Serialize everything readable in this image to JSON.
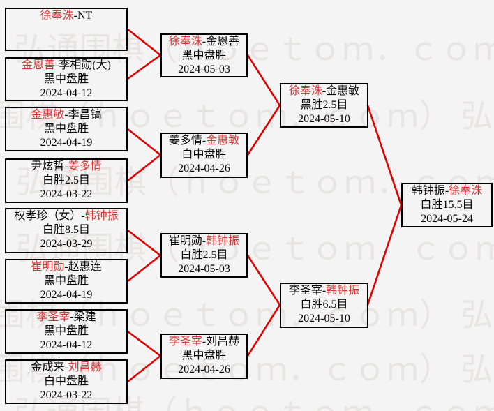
{
  "colors": {
    "background": "#f4f4f4",
    "box_border": "#000000",
    "text": "#000000",
    "winner_red": "#d93232",
    "connector_red": "#e00000",
    "watermark": "#e9e4e4"
  },
  "watermark": {
    "text": "弘通围棋（ｈｏｅｔｏｍ．ｃｏｍ）",
    "row_text": "弘通围棋（ｈｏｅｔｏｍ．ｃｏｍ） 弘通围棋（ｈｏｅｔｏｍ．ｃｏｍ）"
  },
  "bracket": {
    "round1": [
      {
        "parts": [
          {
            "t": "徐奉洙",
            "red": true
          },
          {
            "t": "-NT",
            "red": false
          }
        ],
        "result": "",
        "date": ""
      },
      {
        "parts": [
          {
            "t": "金恩善",
            "red": true
          },
          {
            "t": "-李相勋(大)",
            "red": false
          }
        ],
        "result": "黑中盘胜",
        "date": "2024-04-12"
      },
      {
        "parts": [
          {
            "t": "金惠敏",
            "red": true
          },
          {
            "t": "-李昌镐",
            "red": false
          }
        ],
        "result": "黑中盘胜",
        "date": "2024-04-19"
      },
      {
        "parts": [
          {
            "t": "尹炫晢-",
            "red": false
          },
          {
            "t": "姜多情",
            "red": true
          }
        ],
        "result": "白胜2.5目",
        "date": "2024-03-22"
      },
      {
        "parts": [
          {
            "t": "权孝珍（女）-",
            "red": false
          },
          {
            "t": "韩钟振",
            "red": true
          }
        ],
        "result": "白胜8.5目",
        "date": "2024-03-29"
      },
      {
        "parts": [
          {
            "t": "崔明勋",
            "red": true
          },
          {
            "t": "-赵惠连",
            "red": false
          }
        ],
        "result": "黑中盘胜",
        "date": "2024-04-19"
      },
      {
        "parts": [
          {
            "t": "李圣宰",
            "red": true
          },
          {
            "t": "-梁建",
            "red": false
          }
        ],
        "result": "黑中盘胜",
        "date": "2024-04-12"
      },
      {
        "parts": [
          {
            "t": "金成来-",
            "red": false
          },
          {
            "t": "刘昌赫",
            "red": true
          }
        ],
        "result": "白中盘胜",
        "date": "2024-03-22"
      }
    ],
    "round2": [
      {
        "parts": [
          {
            "t": "徐奉洙",
            "red": true
          },
          {
            "t": "-金恩善",
            "red": false
          }
        ],
        "result": "黑中盘胜",
        "date": "2024-05-03"
      },
      {
        "parts": [
          {
            "t": "姜多情-",
            "red": false
          },
          {
            "t": "金惠敏",
            "red": true
          }
        ],
        "result": "白中盘胜",
        "date": "2024-04-26"
      },
      {
        "parts": [
          {
            "t": "崔明勋-",
            "red": false
          },
          {
            "t": "韩钟振",
            "red": true
          }
        ],
        "result": "白胜2.5目",
        "date": "2024-05-03"
      },
      {
        "parts": [
          {
            "t": "李圣宰",
            "red": true
          },
          {
            "t": "-刘昌赫",
            "red": false
          }
        ],
        "result": "黑中盘胜",
        "date": "2024-04-26"
      }
    ],
    "semifinals": [
      {
        "parts": [
          {
            "t": "徐奉洙",
            "red": true
          },
          {
            "t": "-金惠敏",
            "red": false
          }
        ],
        "result": "黑胜2.5目",
        "date": "2024-05-10"
      },
      {
        "parts": [
          {
            "t": "李圣宰-",
            "red": false
          },
          {
            "t": "韩钟振",
            "red": true
          }
        ],
        "result": "白胜6.5目",
        "date": "2024-05-10"
      }
    ],
    "final": [
      {
        "parts": [
          {
            "t": "韩钟振-",
            "red": false
          },
          {
            "t": "徐奉洙",
            "red": true
          }
        ],
        "result": "白胜15.5目",
        "date": "2024-05-24"
      }
    ]
  }
}
